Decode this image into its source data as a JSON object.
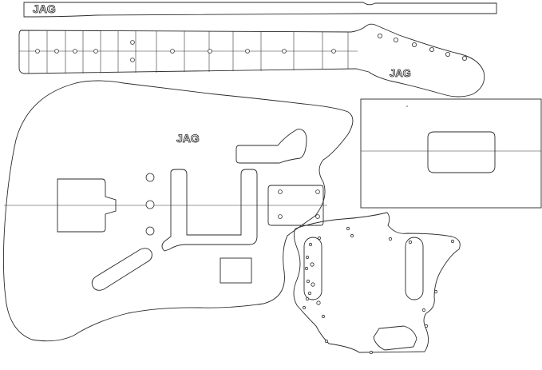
{
  "labels": {
    "neck_blank_label": "JAG",
    "headstock_label": "JAG",
    "body_label": "JAG"
  }
}
